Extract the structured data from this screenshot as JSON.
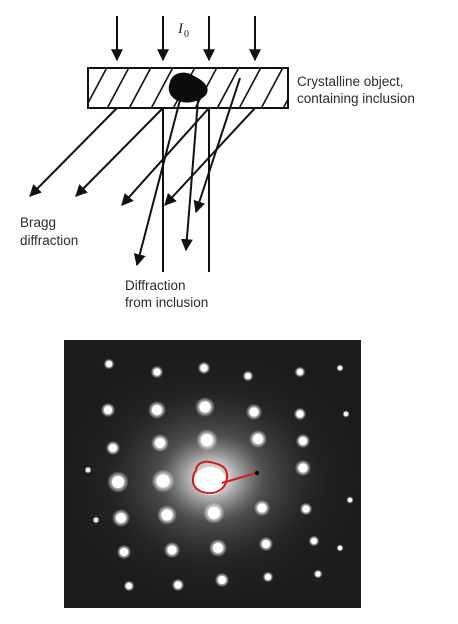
{
  "labels": {
    "incident_symbol": "I",
    "incident_subscript": "0",
    "object_line1": "Crystalline object,",
    "object_line2": "containing inclusion",
    "bragg_line1": "Bragg",
    "bragg_line2": "diffraction",
    "inclusion_line1": "Diffraction",
    "inclusion_line2": "from inclusion"
  },
  "colors": {
    "line": "#111111",
    "pattern_background": "#1c1c1c",
    "spot": "#ffffff",
    "inclusion_outline": "#d61a1a"
  }
}
